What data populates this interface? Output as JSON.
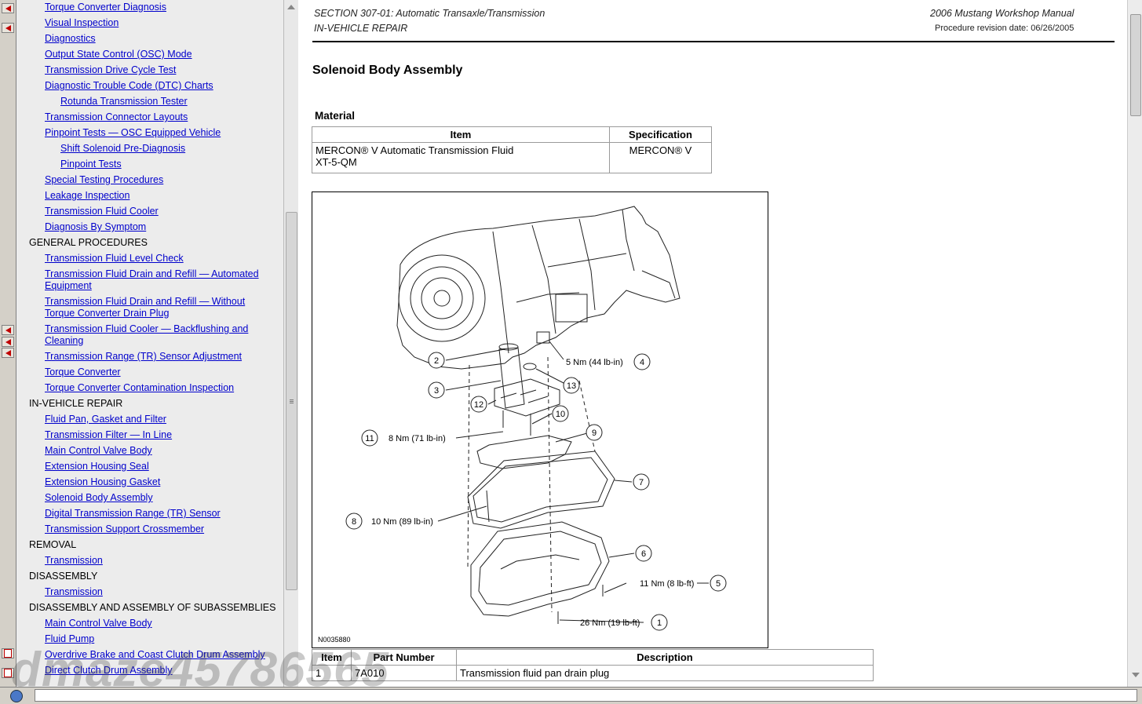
{
  "toc": [
    {
      "label": "Torque Converter Diagnosis",
      "kind": "link",
      "indent": 1
    },
    {
      "label": "Visual Inspection",
      "kind": "link",
      "indent": 1
    },
    {
      "label": "Diagnostics",
      "kind": "link",
      "indent": 1
    },
    {
      "label": "Output State Control (OSC) Mode",
      "kind": "link",
      "indent": 1
    },
    {
      "label": "Transmission Drive Cycle Test",
      "kind": "link",
      "indent": 1
    },
    {
      "label": "Diagnostic Trouble Code (DTC) Charts",
      "kind": "link",
      "indent": 1
    },
    {
      "label": "Rotunda Transmission Tester",
      "kind": "link",
      "indent": 2
    },
    {
      "label": "Transmission Connector Layouts",
      "kind": "link",
      "indent": 1
    },
    {
      "label": "Pinpoint Tests — OSC Equipped Vehicle",
      "kind": "link",
      "indent": 1
    },
    {
      "label": "Shift Solenoid Pre-Diagnosis",
      "kind": "link",
      "indent": 2
    },
    {
      "label": "Pinpoint Tests",
      "kind": "link",
      "indent": 2
    },
    {
      "label": "Special Testing Procedures",
      "kind": "link",
      "indent": 1
    },
    {
      "label": "Leakage Inspection",
      "kind": "link",
      "indent": 1
    },
    {
      "label": "Transmission Fluid Cooler",
      "kind": "link",
      "indent": 1
    },
    {
      "label": "Diagnosis By Symptom",
      "kind": "link",
      "indent": 1
    },
    {
      "label": "GENERAL PROCEDURES",
      "kind": "head",
      "indent": 0
    },
    {
      "label": "Transmission Fluid Level Check",
      "kind": "link",
      "indent": 1
    },
    {
      "label": "Transmission Fluid Drain and Refill — Automated",
      "label2": "Equipment",
      "kind": "link",
      "indent": 1
    },
    {
      "label": "Transmission Fluid Drain and Refill — Without",
      "label2": "Torque Converter Drain Plug",
      "kind": "link",
      "indent": 1
    },
    {
      "label": "Transmission Fluid Cooler — Backflushing and",
      "label2": "Cleaning",
      "kind": "link",
      "indent": 1
    },
    {
      "label": "Transmission Range (TR) Sensor Adjustment",
      "kind": "link",
      "indent": 1
    },
    {
      "label": "Torque Converter",
      "kind": "link",
      "indent": 1
    },
    {
      "label": "Torque Converter Contamination Inspection",
      "kind": "link",
      "indent": 1
    },
    {
      "label": "IN-VEHICLE REPAIR",
      "kind": "head",
      "indent": 0
    },
    {
      "label": "Fluid Pan, Gasket and Filter",
      "kind": "link",
      "indent": 1
    },
    {
      "label": "Transmission Filter — In Line",
      "kind": "link",
      "indent": 1
    },
    {
      "label": "Main Control Valve Body",
      "kind": "link",
      "indent": 1
    },
    {
      "label": "Extension Housing Seal",
      "kind": "link",
      "indent": 1
    },
    {
      "label": "Extension Housing Gasket",
      "kind": "link",
      "indent": 1
    },
    {
      "label": "Solenoid Body Assembly",
      "kind": "link",
      "indent": 1
    },
    {
      "label": "Digital Transmission Range (TR) Sensor",
      "kind": "link",
      "indent": 1
    },
    {
      "label": "Transmission Support Crossmember",
      "kind": "link",
      "indent": 1
    },
    {
      "label": "REMOVAL",
      "kind": "head",
      "indent": 0
    },
    {
      "label": "Transmission",
      "kind": "link",
      "indent": 1
    },
    {
      "label": "DISASSEMBLY",
      "kind": "head",
      "indent": 0
    },
    {
      "label": "Transmission",
      "kind": "link",
      "indent": 1
    },
    {
      "label": "DISASSEMBLY AND ASSEMBLY OF SUBASSEMBLIES",
      "kind": "head",
      "indent": 0
    },
    {
      "label": "Main Control Valve Body",
      "kind": "link",
      "indent": 1
    },
    {
      "label": "Fluid Pump",
      "kind": "link",
      "indent": 1
    },
    {
      "label": "Overdrive Brake and Coast Clutch Drum Assembly",
      "kind": "link",
      "indent": 1
    },
    {
      "label": "Direct Clutch Drum Assembly",
      "kind": "link",
      "indent": 1
    }
  ],
  "header": {
    "section": "SECTION 307-01: Automatic Transaxle/Transmission",
    "subsection": "IN-VEHICLE REPAIR",
    "manual": "2006 Mustang Workshop Manual",
    "revision": "Procedure revision date: 06/26/2005"
  },
  "page_title": "Solenoid Body Assembly",
  "material": {
    "label": "Material",
    "col_item": "Item",
    "col_spec": "Specification",
    "item_line1": "MERCON® V Automatic Transmission Fluid",
    "item_line2": "XT-5-QM",
    "spec": "MERCON® V"
  },
  "figure": {
    "id": "N0035880",
    "callouts": {
      "c1": "1",
      "c2": "2",
      "c3": "3",
      "c4": "4",
      "c5": "5",
      "c6": "6",
      "c7": "7",
      "c8": "8",
      "c9": "9",
      "c10": "10",
      "c11": "11",
      "c12": "12",
      "c13": "13"
    },
    "torques": {
      "t4": "5 Nm (44 lb-in)",
      "t11": "8 Nm (71 lb-in)",
      "t8": "10 Nm (89 lb-in)",
      "t5": "11 Nm (8 lb-ft)",
      "t1": "26 Nm (19 lb-ft)"
    }
  },
  "parts": {
    "col_item": "Item",
    "col_part": "Part Number",
    "col_desc": "Description",
    "rows": [
      {
        "item": "1",
        "part": "7A010",
        "desc": "Transmission fluid pan drain plug"
      }
    ]
  },
  "watermark": "dmaze45786565"
}
